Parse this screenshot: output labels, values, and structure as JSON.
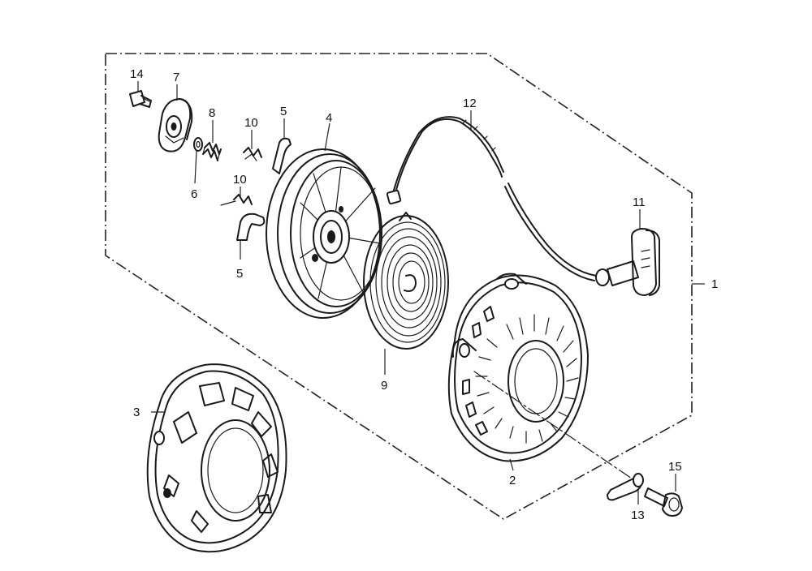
{
  "callouts": [
    {
      "id": "p1",
      "label": "1"
    },
    {
      "id": "p2",
      "label": "2"
    },
    {
      "id": "p3",
      "label": "3"
    },
    {
      "id": "p4",
      "label": "4"
    },
    {
      "id": "p5a",
      "label": "5"
    },
    {
      "id": "p5b",
      "label": "5"
    },
    {
      "id": "p6",
      "label": "6"
    },
    {
      "id": "p7",
      "label": "7"
    },
    {
      "id": "p8",
      "label": "8"
    },
    {
      "id": "p9",
      "label": "9"
    },
    {
      "id": "p10a",
      "label": "10"
    },
    {
      "id": "p10b",
      "label": "10"
    },
    {
      "id": "p11",
      "label": "11"
    },
    {
      "id": "p12",
      "label": "12"
    },
    {
      "id": "p13",
      "label": "13"
    },
    {
      "id": "p14",
      "label": "14"
    },
    {
      "id": "p15",
      "label": "15"
    }
  ]
}
